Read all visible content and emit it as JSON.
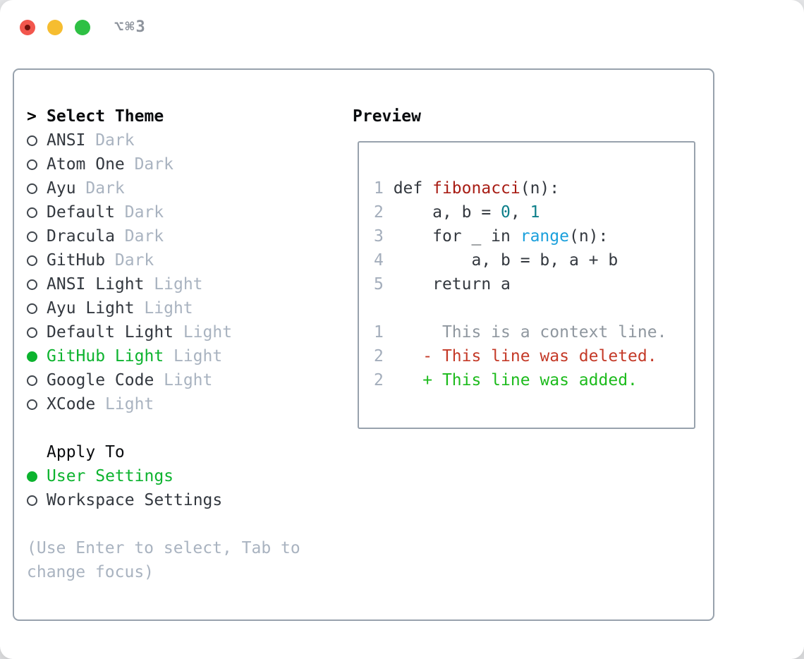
{
  "window": {
    "title": "⌥⌘3",
    "traffic_lights": {
      "close": "#f2564d",
      "close_dot": "#70100c",
      "minimize": "#f6bd30",
      "zoom": "#2ec044"
    }
  },
  "colors": {
    "fg": "#33383f",
    "function_red": "#a81d15",
    "number_teal": "#0d7f8a",
    "builtin_blue": "#1ba0dc",
    "context_gray": "#8f979f",
    "deleted_red": "#c43a28",
    "added_green": "#1dbb1d",
    "accent_green": "#0cb32e",
    "muted_gray": "#a9b3c0",
    "gutter_gray": "#a3adbb",
    "border_gray": "#98a2ad"
  },
  "theme_selector": {
    "header": {
      "prefix": ">",
      "label": "Select Theme"
    },
    "items": [
      {
        "name": "ANSI",
        "tag": "Dark",
        "selected": false
      },
      {
        "name": "Atom One",
        "tag": "Dark",
        "selected": false
      },
      {
        "name": "Ayu",
        "tag": "Dark",
        "selected": false
      },
      {
        "name": "Default",
        "tag": "Dark",
        "selected": false
      },
      {
        "name": "Dracula",
        "tag": "Dark",
        "selected": false
      },
      {
        "name": "GitHub",
        "tag": "Dark",
        "selected": false
      },
      {
        "name": "ANSI Light",
        "tag": "Light",
        "selected": false
      },
      {
        "name": "Ayu Light",
        "tag": "Light",
        "selected": false
      },
      {
        "name": "Default Light",
        "tag": "Light",
        "selected": false
      },
      {
        "name": "GitHub Light",
        "tag": "Light",
        "selected": true
      },
      {
        "name": "Google Code",
        "tag": "Light",
        "selected": false
      },
      {
        "name": "XCode",
        "tag": "Light",
        "selected": false
      }
    ]
  },
  "apply_to": {
    "label": "Apply To",
    "options": [
      {
        "name": "User Settings",
        "selected": true
      },
      {
        "name": "Workspace Settings",
        "selected": false
      }
    ]
  },
  "hint": {
    "line1": "(Use Enter to select, Tab to",
    "line2": "change focus)"
  },
  "preview": {
    "label": "Preview",
    "code_lines": [
      {
        "num": "1",
        "tokens": [
          {
            "t": " def ",
            "c": "fg"
          },
          {
            "t": "fibonacci",
            "c": "function_red"
          },
          {
            "t": "(n):",
            "c": "fg"
          }
        ]
      },
      {
        "num": "2",
        "tokens": [
          {
            "t": "     a, b = ",
            "c": "fg"
          },
          {
            "t": "0",
            "c": "number_teal"
          },
          {
            "t": ", ",
            "c": "fg"
          },
          {
            "t": "1",
            "c": "number_teal"
          }
        ]
      },
      {
        "num": "3",
        "tokens": [
          {
            "t": "     for _ in ",
            "c": "fg"
          },
          {
            "t": "range",
            "c": "builtin_blue"
          },
          {
            "t": "(n):",
            "c": "fg"
          }
        ]
      },
      {
        "num": "4",
        "tokens": [
          {
            "t": "         a, b = b, a + b",
            "c": "fg"
          }
        ]
      },
      {
        "num": "5",
        "tokens": [
          {
            "t": "     return a",
            "c": "fg"
          }
        ]
      },
      {
        "num": "",
        "tokens": []
      },
      {
        "num": "1",
        "tokens": [
          {
            "t": "      This is a context line.",
            "c": "context_gray"
          }
        ]
      },
      {
        "num": "2",
        "tokens": [
          {
            "t": "    - This line was deleted.",
            "c": "deleted_red"
          }
        ]
      },
      {
        "num": "2",
        "tokens": [
          {
            "t": "    + This line was added.",
            "c": "added_green"
          }
        ]
      }
    ]
  }
}
